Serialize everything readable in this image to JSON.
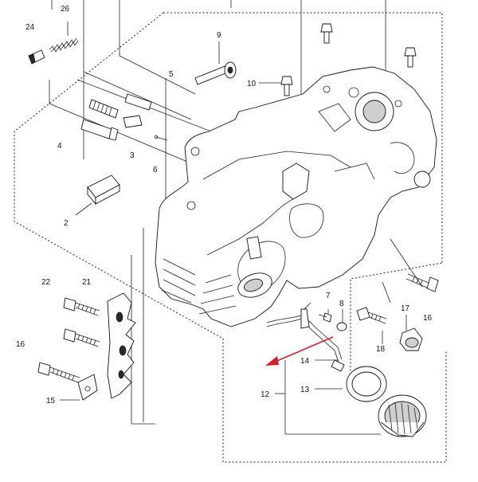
{
  "diagram": {
    "labels": {
      "l24": "24",
      "l26": "26",
      "l9": "9",
      "l5": "5",
      "l10": "10",
      "l4": "4",
      "l3": "3",
      "l6": "6",
      "l2": "2",
      "l22": "22",
      "l21": "21",
      "l7": "7",
      "l8": "8",
      "l17": "17",
      "l16a": "16",
      "l16b": "16",
      "l18": "18",
      "l14": "14",
      "l13": "13",
      "l12": "12",
      "l15": "15"
    },
    "colors": {
      "arrow": "#d0202a",
      "line": "#222222"
    }
  }
}
